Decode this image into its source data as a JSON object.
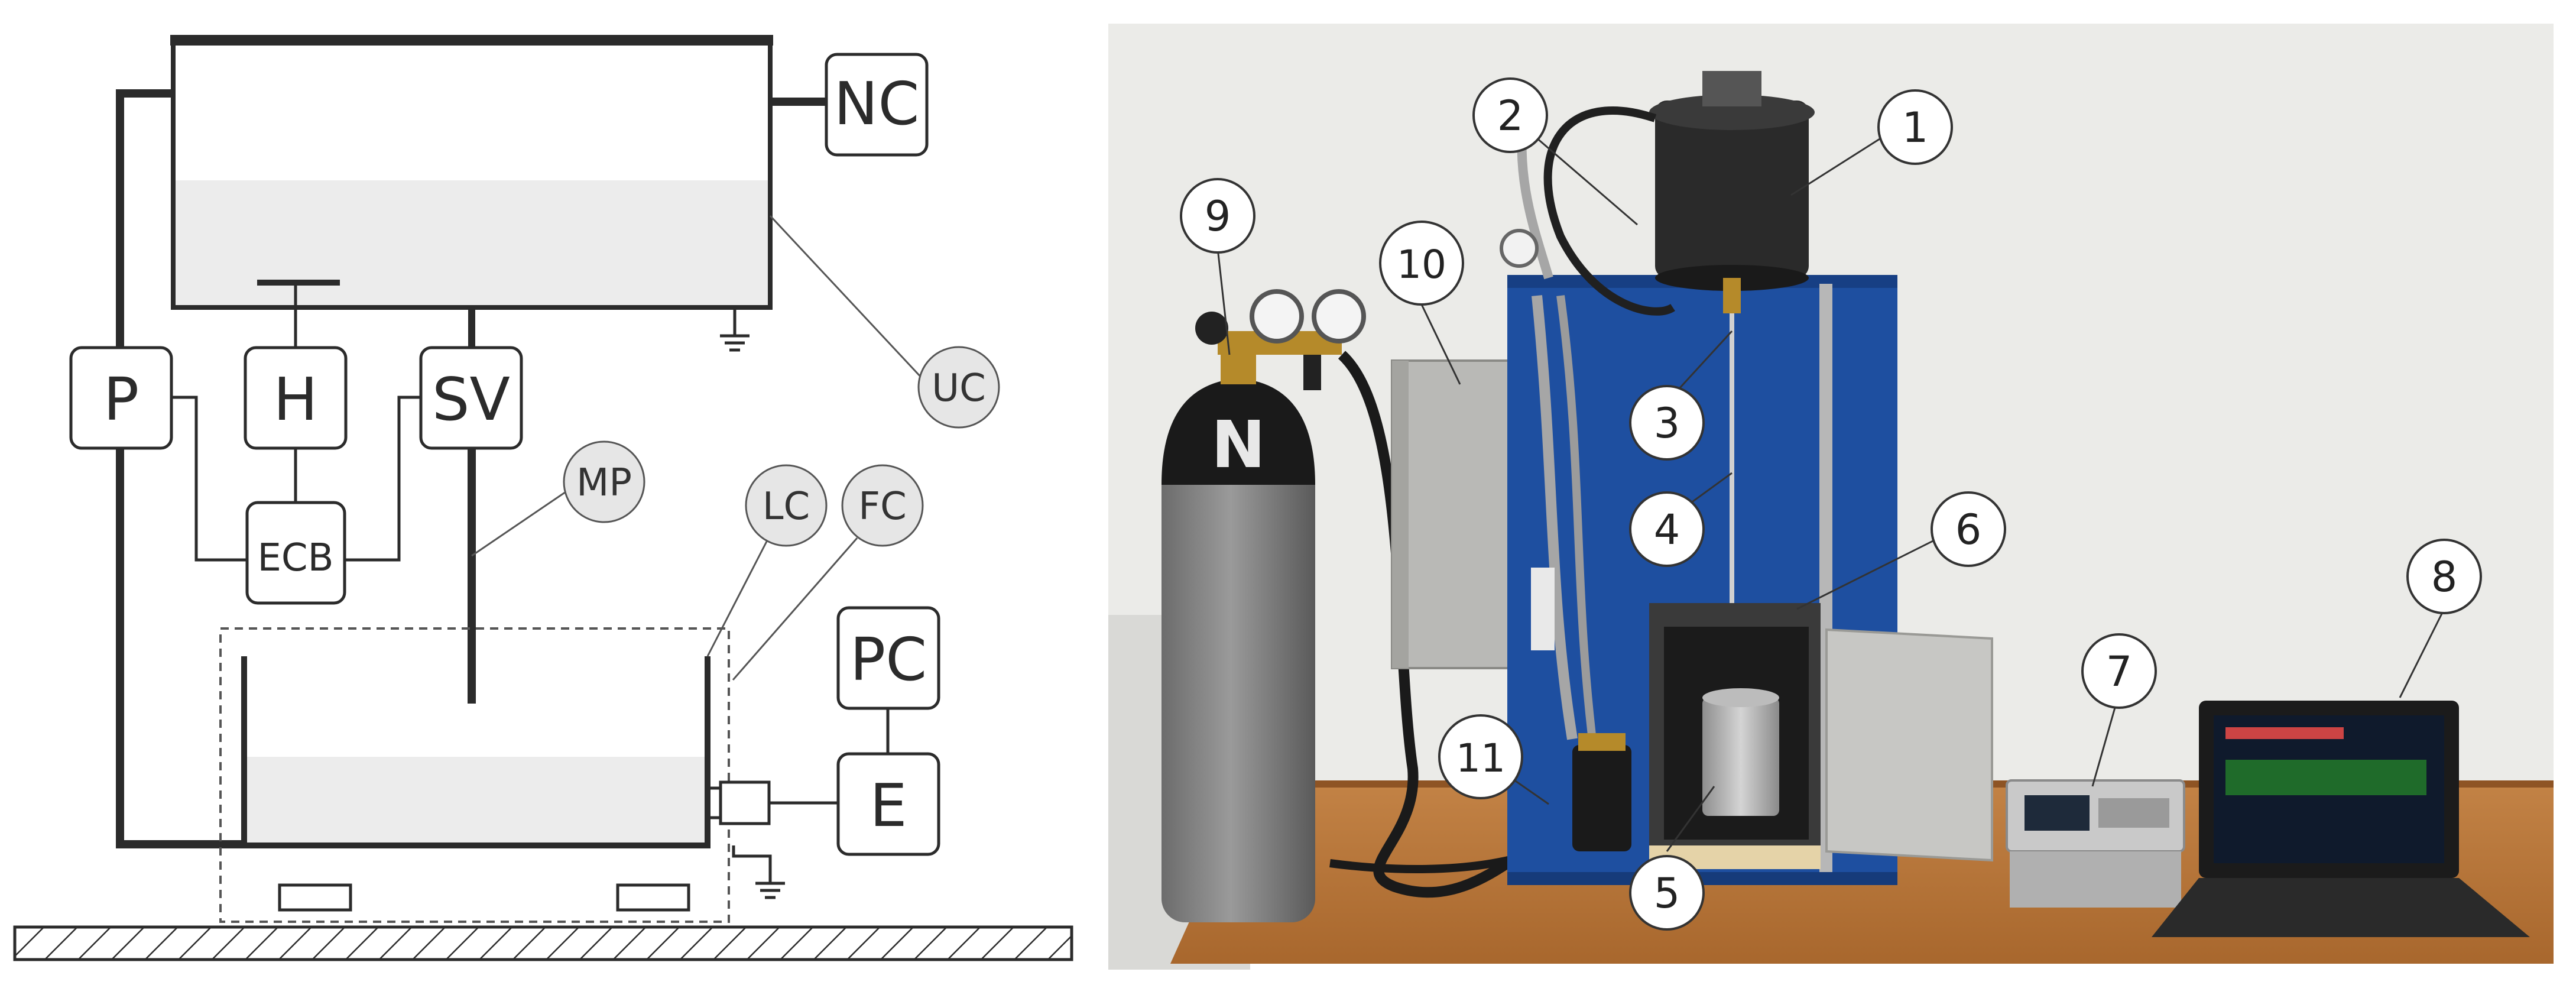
{
  "schematic": {
    "boxes": {
      "nc": "NC",
      "p": "P",
      "h": "H",
      "sv": "SV",
      "ecb": "ECB",
      "pc": "PC",
      "e": "E"
    },
    "circles": {
      "uc": "UC",
      "mp": "MP",
      "lc": "LC",
      "fc": "FC"
    }
  },
  "photo": {
    "callouts": [
      "1",
      "2",
      "3",
      "4",
      "5",
      "6",
      "7",
      "8",
      "9",
      "10",
      "11"
    ],
    "cylinder_mark": "N"
  },
  "colors": {
    "line": "#2b2b2b",
    "liquid": "#ececec",
    "bubble": "#e6e6e6",
    "frame": "#1e4fa0",
    "table": "#b8773d",
    "wall": "#ebebe8"
  }
}
